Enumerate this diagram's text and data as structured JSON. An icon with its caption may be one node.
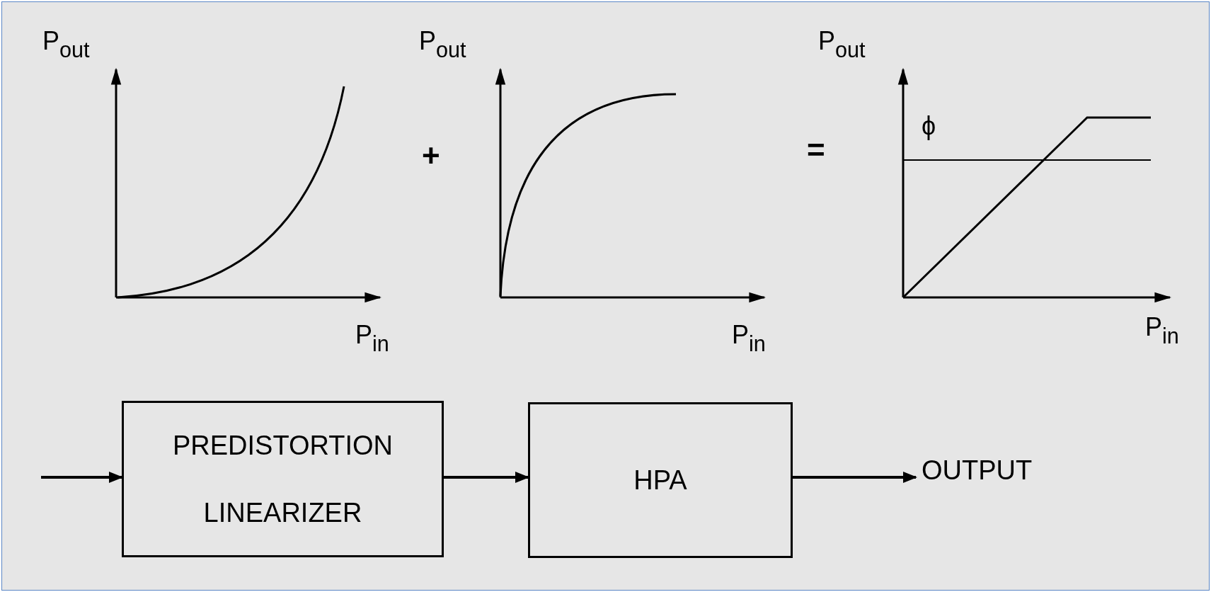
{
  "diagram": {
    "nodes": [
      {
        "text": [
          "PREDISTORTION LINEARIZER"
        ]
      },
      {
        "text": [
          "HPA"
        ]
      },
      {
        "text": [
          "OUTPUT"
        ]
      }
    ],
    "edges": [
      {
        "from": null,
        "to": 0,
        "arrow": "to"
      },
      {
        "from": 0,
        "to": 1,
        "arrow": "to"
      },
      {
        "from": 1,
        "to": 2,
        "arrow": "to"
      }
    ],
    "labels": [
      "P$_{out}$",
      "P$_{out}$",
      "P$_{out}$",
      "ϕ",
      "+",
      "=",
      "P$_{in}$",
      "P$_{in}$",
      "P$_{in}$"
    ]
  }
}
